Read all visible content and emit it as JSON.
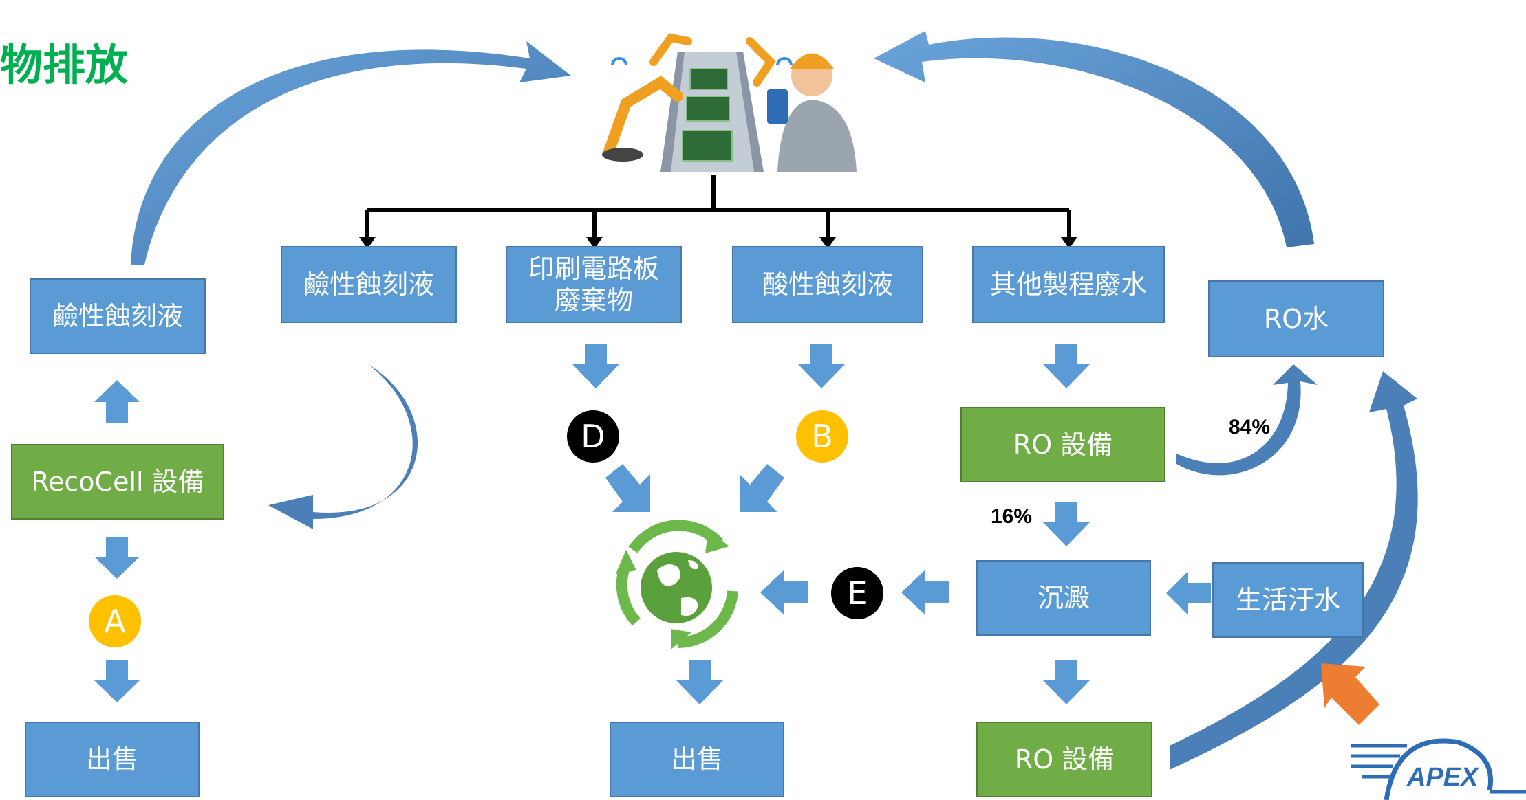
{
  "header": {
    "title": "物排放"
  },
  "boxes": {
    "alkaline_left": "鹼性蝕刻液",
    "alkaline_top": "鹼性蝕刻液",
    "pcb_waste_line1": "印刷電路板",
    "pcb_waste_line2": "廢棄物",
    "acid_etch": "酸性蝕刻液",
    "other_wastewater": "其他製程廢水",
    "ro_water": "RO水",
    "recocell": "RecoCell 設備",
    "ro_equipment_1": "RO 設備",
    "sedimentation": "沉澱",
    "domestic_sewage": "生活汙水",
    "ro_equipment_2": "RO 設備",
    "sell_left": "出售",
    "sell_center": "出售"
  },
  "markers": {
    "a": "A",
    "b": "B",
    "d": "D",
    "e": "E"
  },
  "percentages": {
    "ro_recovery": "84%",
    "ro_reject": "16%"
  },
  "logo": {
    "text": "APEX"
  },
  "colors": {
    "box_blue": "#5b9bd5",
    "box_green": "#70ad47",
    "arrow_blue": "#5b9bd5",
    "curve_arrow": "#4a7fb8",
    "marker_yellow": "#ffc000",
    "marker_black": "#000000",
    "title_green": "#00b050",
    "accent_orange": "#ed7d31",
    "logo_blue": "#2e6db5"
  },
  "icons": {
    "factory": "robotic-factory-illustration",
    "recycle": "recycle-globe-icon"
  }
}
